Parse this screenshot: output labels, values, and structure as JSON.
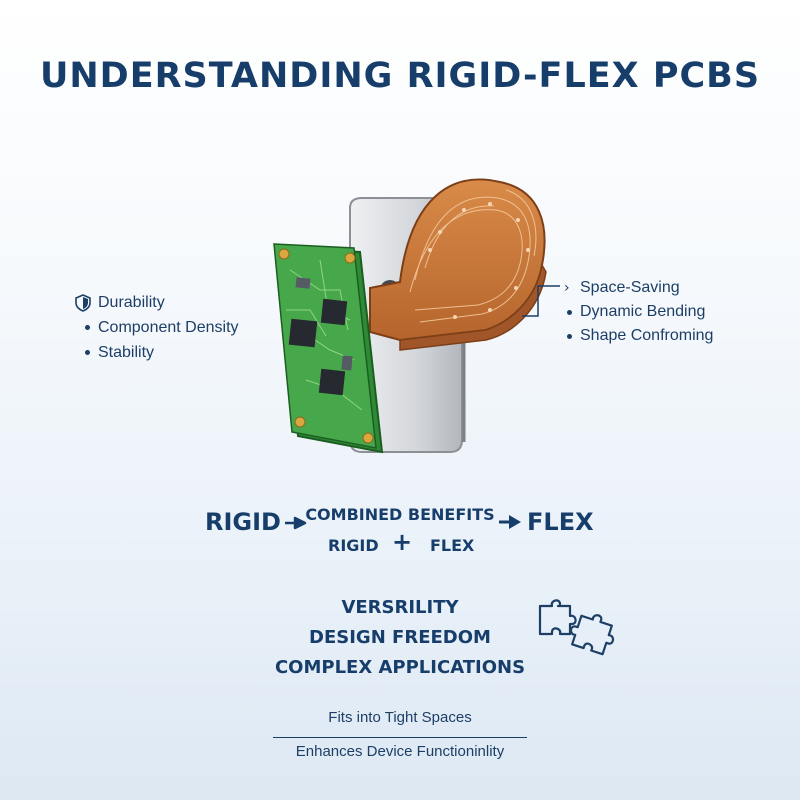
{
  "title": "UNDERSTANDING RIGID-FLEX PCBS",
  "rigid_features": [
    "Durability",
    "Component Density",
    "Stability"
  ],
  "flex_features": [
    "Space-Saving",
    "Dynamic Bending",
    "Shape Confroming"
  ],
  "combination": {
    "left_label": "RIGID",
    "right_label": "FLEX",
    "heading": "COMBINED BENEFITS",
    "part_a": "RIGID",
    "operator": "+",
    "part_b": "FLEX"
  },
  "benefits": [
    "VERSRILITY",
    "DESIGN FREEDOM",
    "COMPLEX APPLICATIONS"
  ],
  "footer": {
    "line1": "Fits into Tight Spaces",
    "line2": "Enhances Device Functioninlity"
  },
  "colors": {
    "text": "#173e6b",
    "pcb_green": "#3f9f3f",
    "flex_copper": "#c57a3c",
    "housing_gray": "#c9ccd1"
  },
  "icons": {
    "durability": "shield-icon",
    "space_saving": "chevron-right-icon",
    "combined": "puzzle-icon"
  }
}
